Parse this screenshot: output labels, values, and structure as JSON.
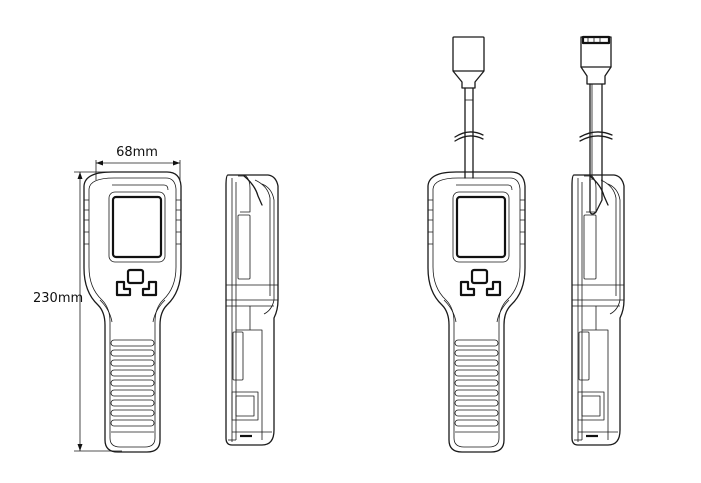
{
  "dimensions": {
    "width_label": "68mm",
    "height_label": "230mm"
  },
  "views": [
    {
      "id": "front",
      "label": ""
    },
    {
      "id": "side",
      "label": ""
    },
    {
      "id": "front-with-probe",
      "label": ""
    },
    {
      "id": "side-with-probe",
      "label": ""
    }
  ]
}
